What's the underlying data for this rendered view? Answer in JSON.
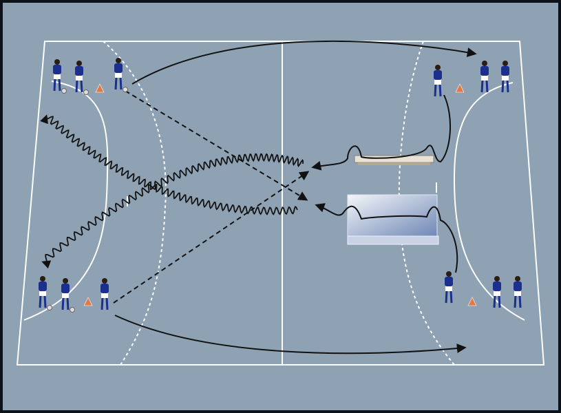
{
  "diagram": {
    "type": "handball-drill",
    "colors": {
      "background": "#8ea2b4",
      "frame": "#0d1218",
      "court_lines": "#ffffff",
      "arrows": "#111111",
      "shirt": "#1b2f8f",
      "shorts": "#ffffff",
      "cone": "#e07a4a",
      "bench": "#e8e2d6"
    },
    "players_per_group": [
      3,
      3,
      3,
      3
    ],
    "cones": 4,
    "obstacles": [
      "bench",
      "vaulting-box"
    ]
  }
}
